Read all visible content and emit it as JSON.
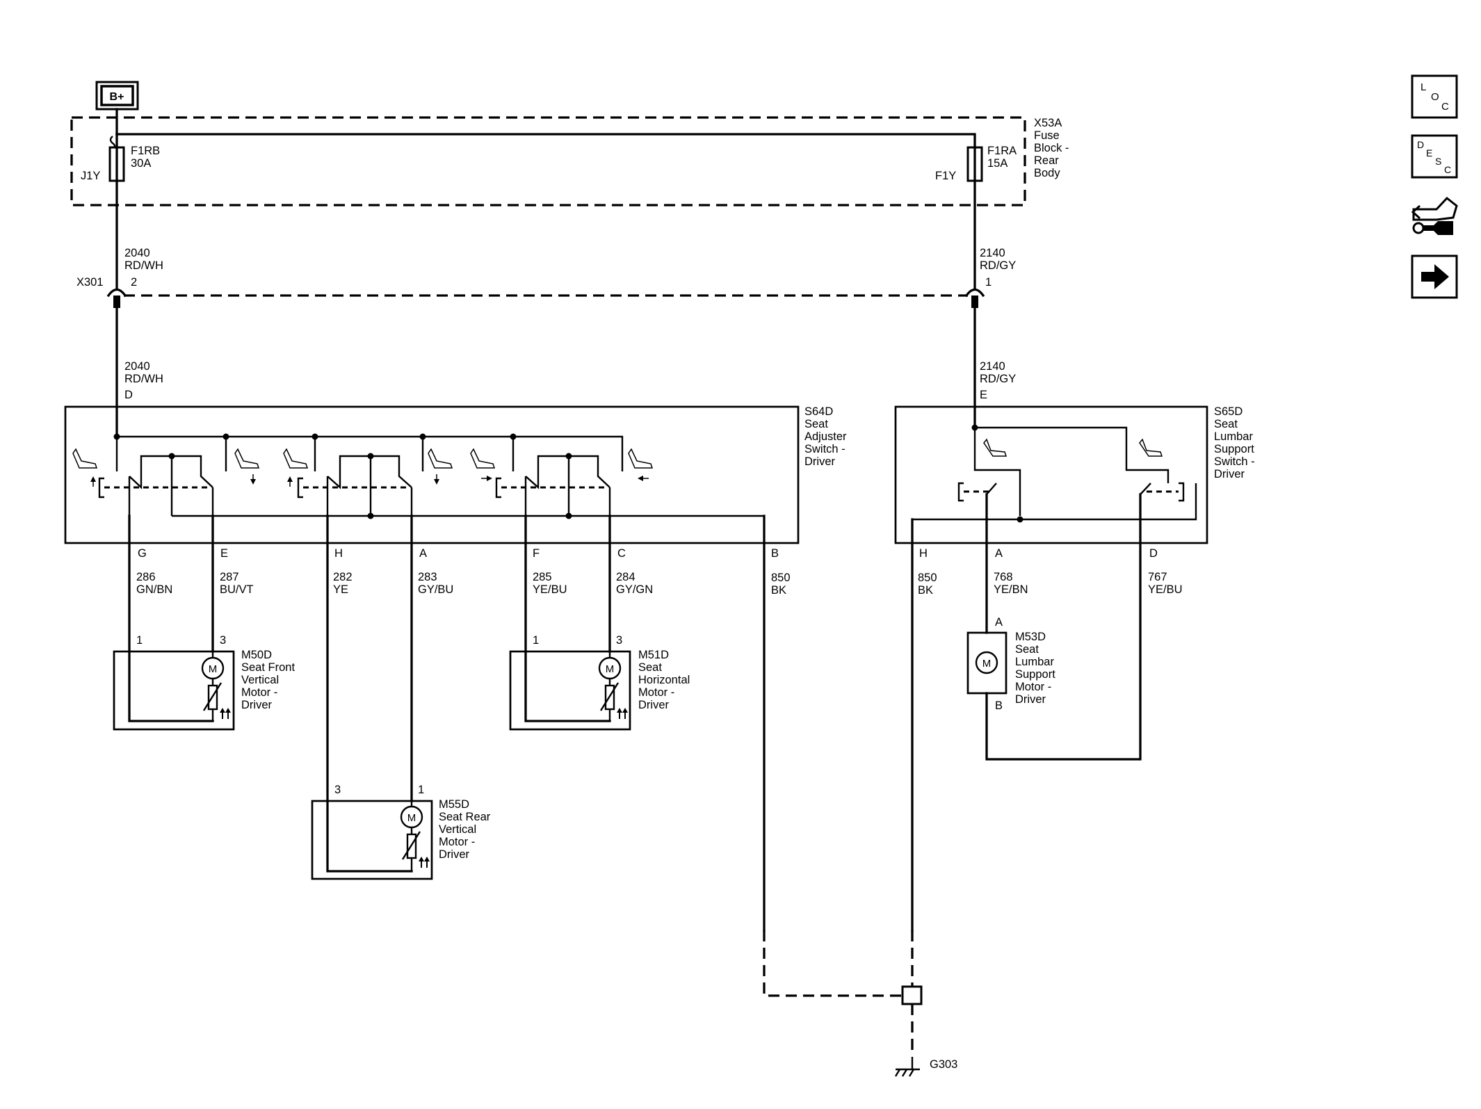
{
  "power": {
    "label": "B+"
  },
  "fuse_block": {
    "name": "X53A",
    "desc": [
      "Fuse",
      "Block -",
      "Rear",
      "Body"
    ],
    "fuse_left": {
      "name": "F1RB",
      "rating": "30A",
      "term": "J1Y"
    },
    "fuse_right": {
      "name": "F1RA",
      "rating": "15A",
      "term": "F1Y"
    }
  },
  "connector_x301": {
    "name": "X301",
    "pin_left": "2",
    "pin_right": "1"
  },
  "wires": {
    "w2040_top": {
      "circuit": "2040",
      "color": "RD/WH"
    },
    "w2140_top": {
      "circuit": "2140",
      "color": "RD/GY"
    },
    "w2040_bot": {
      "circuit": "2040",
      "color": "RD/WH"
    },
    "w2140_bot": {
      "circuit": "2140",
      "color": "RD/GY"
    },
    "w286": {
      "circuit": "286",
      "color": "GN/BN"
    },
    "w287": {
      "circuit": "287",
      "color": "BU/VT"
    },
    "w282": {
      "circuit": "282",
      "color": "YE"
    },
    "w283": {
      "circuit": "283",
      "color": "GY/BU"
    },
    "w285": {
      "circuit": "285",
      "color": "YE/BU"
    },
    "w284": {
      "circuit": "284",
      "color": "GY/GN"
    },
    "w850_left": {
      "circuit": "850",
      "color": "BK"
    },
    "w850_right": {
      "circuit": "850",
      "color": "BK"
    },
    "w768": {
      "circuit": "768",
      "color": "YE/BN"
    },
    "w767": {
      "circuit": "767",
      "color": "YE/BU"
    }
  },
  "switch_s64d": {
    "pin_top": "D",
    "name": "S64D",
    "desc": [
      "Seat",
      "Adjuster",
      "Switch -",
      "Driver"
    ],
    "pins": {
      "g": "G",
      "e": "E",
      "h": "H",
      "a": "A",
      "f": "F",
      "c": "C",
      "b": "B"
    }
  },
  "switch_s65d": {
    "pin_top": "E",
    "name": "S65D",
    "desc": [
      "Seat",
      "Lumbar",
      "Support",
      "Switch -",
      "Driver"
    ],
    "pins": {
      "h": "H",
      "a": "A",
      "d": "D"
    }
  },
  "motor_m50d": {
    "name": "M50D",
    "desc": [
      "Seat Front",
      "Vertical",
      "Motor -",
      "Driver"
    ],
    "pin_left": "1",
    "pin_right": "3",
    "symbol": "M"
  },
  "motor_m51d": {
    "name": "M51D",
    "desc": [
      "Seat",
      "Horizontal",
      "Motor -",
      "Driver"
    ],
    "pin_left": "1",
    "pin_right": "3",
    "symbol": "M"
  },
  "motor_m55d": {
    "name": "M55D",
    "desc": [
      "Seat Rear",
      "Vertical",
      "Motor -",
      "Driver"
    ],
    "pin_left": "3",
    "pin_right": "1",
    "symbol": "M"
  },
  "motor_m53d": {
    "name": "M53D",
    "desc": [
      "Seat",
      "Lumbar",
      "Support",
      "Motor -",
      "Driver"
    ],
    "pin_top": "A",
    "pin_bottom": "B",
    "symbol": "M"
  },
  "ground": {
    "name": "G303"
  },
  "side_icons": {
    "loc": {
      "l1": "L",
      "l2": "O",
      "l3": "C",
      "icon": "location-icon"
    },
    "desc": {
      "l1": "D",
      "l2": "E",
      "l3": "S",
      "l4": "C",
      "icon": "description-icon"
    },
    "connector": {
      "icon": "connector-info-icon"
    },
    "next": {
      "icon": "next-arrow-icon"
    }
  }
}
